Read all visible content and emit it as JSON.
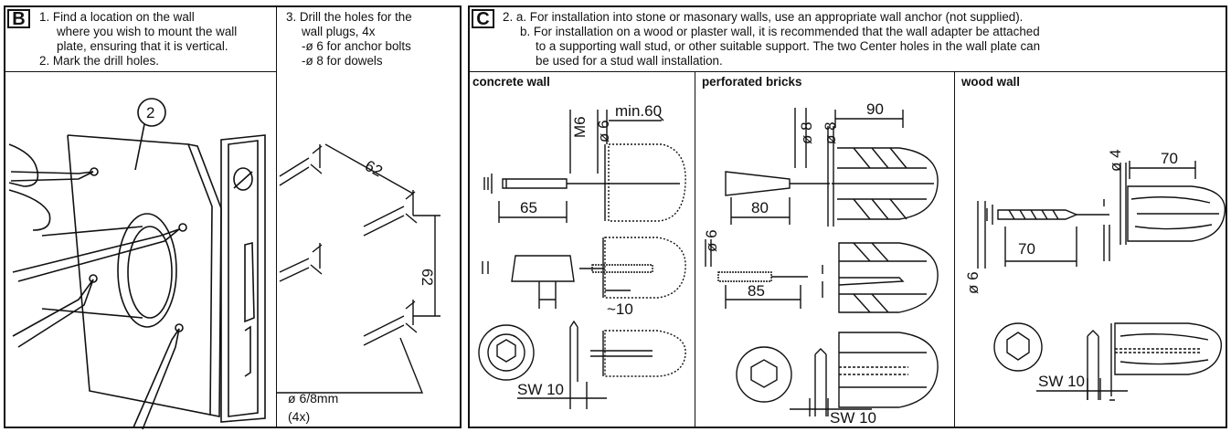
{
  "panel_b": {
    "letter": "B",
    "step1_lines": [
      "1. Find a location on the wall",
      "where you wish to mount the wall",
      "plate, ensuring that it is vertical."
    ],
    "step2": "2. Mark the drill holes.",
    "step3_lines": [
      "3. Drill the holes for the",
      "wall plugs, 4x",
      "-ø 6 for anchor bolts",
      "-ø 8 for dowels"
    ],
    "callout": "2",
    "dim_62_diag": "62",
    "dim_62_vert": "62",
    "hole_note": "ø 6/8mm",
    "hole_count": "(4x)"
  },
  "panel_c": {
    "letter": "C",
    "line_a": "2. a. For installation into stone or masonary walls, use an appropriate wall anchor (not supplied).",
    "line_b": [
      "b. For installation on a wood or plaster wall, it is recommended that the wall adapter be attached",
      "to a supporting wall stud, or other suitable support. The two Center holes in the wall plate can",
      "be used for a stud wall installation."
    ],
    "sections": {
      "concrete": {
        "title": "concrete wall",
        "m6": "M6",
        "d6": "ø 6",
        "min60": "min.60",
        "len65": "65",
        "d10": "~10",
        "sw": "SW 10"
      },
      "bricks": {
        "title": "perforated bricks",
        "d8a": "ø 8",
        "d8b": "ø 8",
        "len90": "90",
        "len80": "80",
        "d6": "ø 6",
        "len85": "85",
        "sw": "SW 10"
      },
      "wood": {
        "title": "wood wall",
        "d4": "ø 4",
        "len70a": "70",
        "d6": "ø 6",
        "len70b": "70",
        "sw": "SW 10"
      }
    }
  }
}
